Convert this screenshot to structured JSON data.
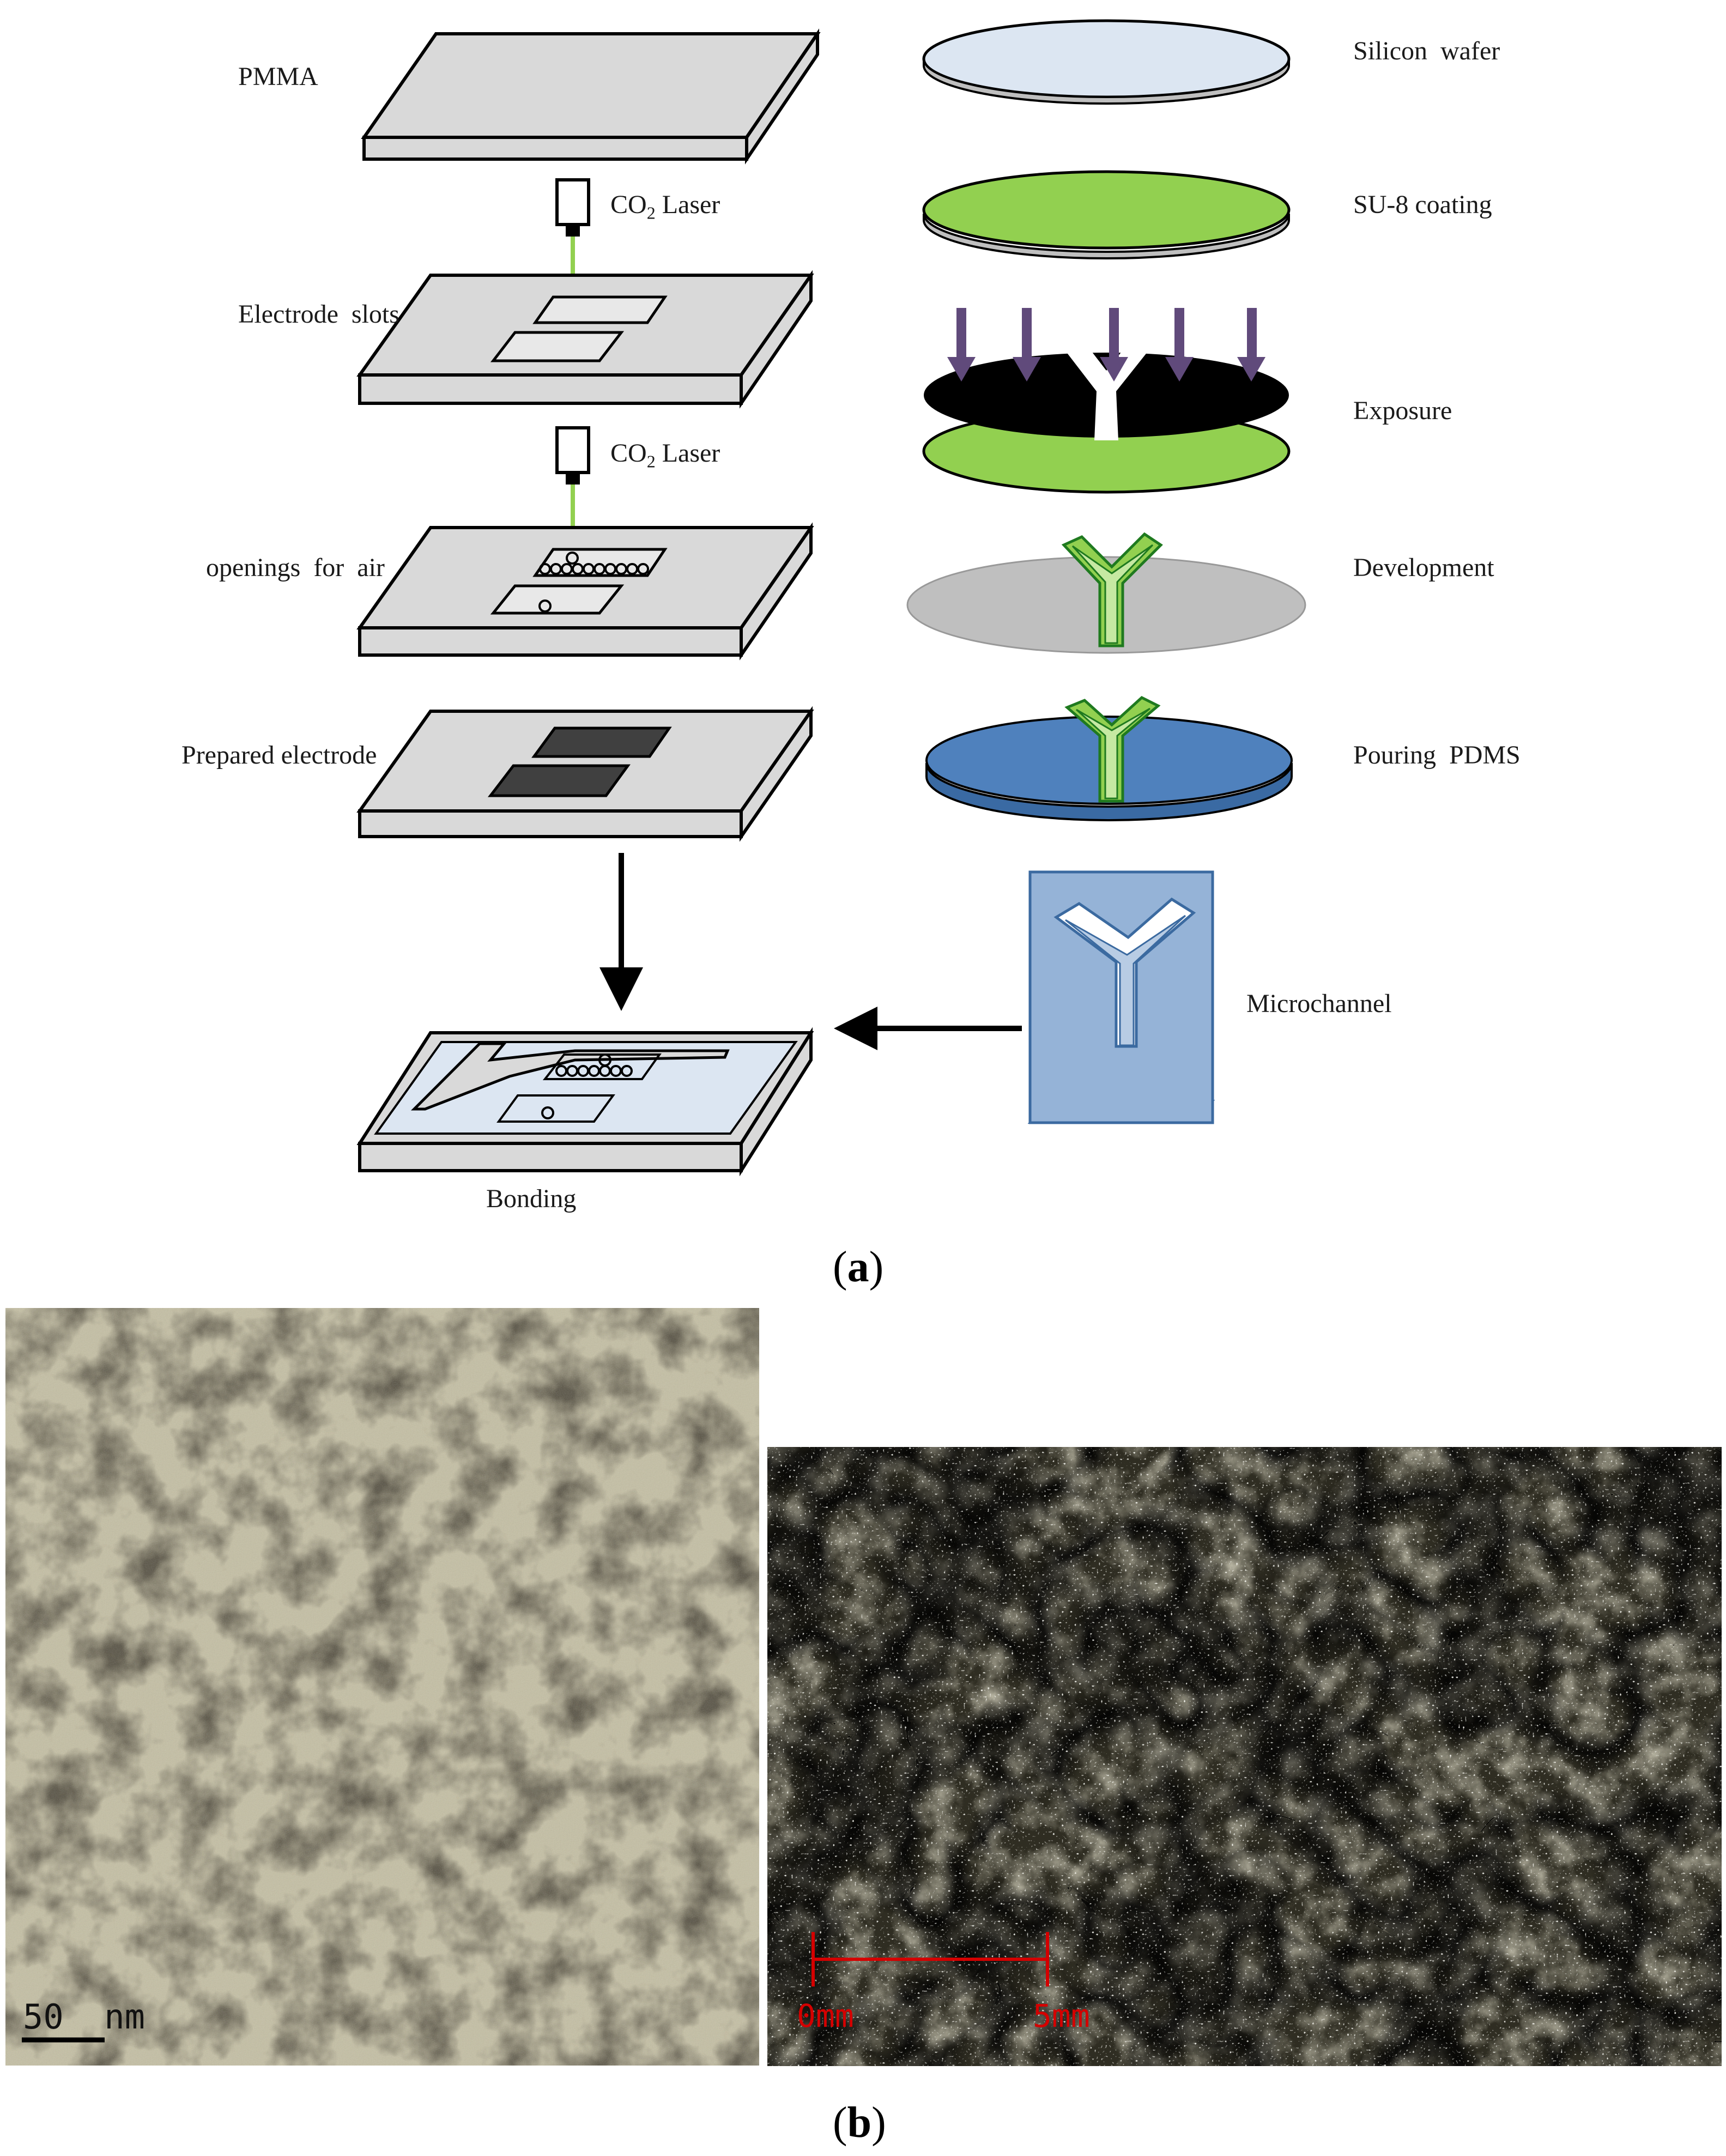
{
  "panel_a": {
    "left_steps": {
      "pmma": "PMMA",
      "laser1": "CO",
      "laser1_sub": "2",
      "laser1_tail": " Laser",
      "electrode_slots": "Electrode  slots",
      "laser2": "CO",
      "laser2_sub": "2",
      "laser2_tail": " Laser",
      "openings": "openings  for  air",
      "prepared": "Prepared electrode",
      "bonding": "Bonding"
    },
    "right_steps": {
      "silicon": "Silicon  wafer",
      "su8": "SU-8 coating",
      "exposure": "Exposure",
      "development": "Development",
      "pouring": "Pouring  PDMS",
      "microchannel": "Microchannel"
    },
    "caption_open": "(",
    "caption_letter": "a",
    "caption_close": ")",
    "colors": {
      "plate": "#d9d9d9",
      "wafer": "#dce6f2",
      "su8": "#92d050",
      "mask": "#000000",
      "arrow_uv": "#604a7b",
      "develop": "#bfbfbf",
      "pdms": "#4f81bd",
      "microchannel": "#95b3d7"
    }
  },
  "panel_b": {
    "tem_scale": "50  nm",
    "optical_scale_start": "0mm",
    "optical_scale_end": "5mm",
    "caption_open": "(",
    "caption_letter": "b",
    "caption_close": ")",
    "colors": {
      "tem_bg": "#c4bfa4",
      "optical_bg": "#2f2d22",
      "scale_red": "#d40000"
    }
  }
}
